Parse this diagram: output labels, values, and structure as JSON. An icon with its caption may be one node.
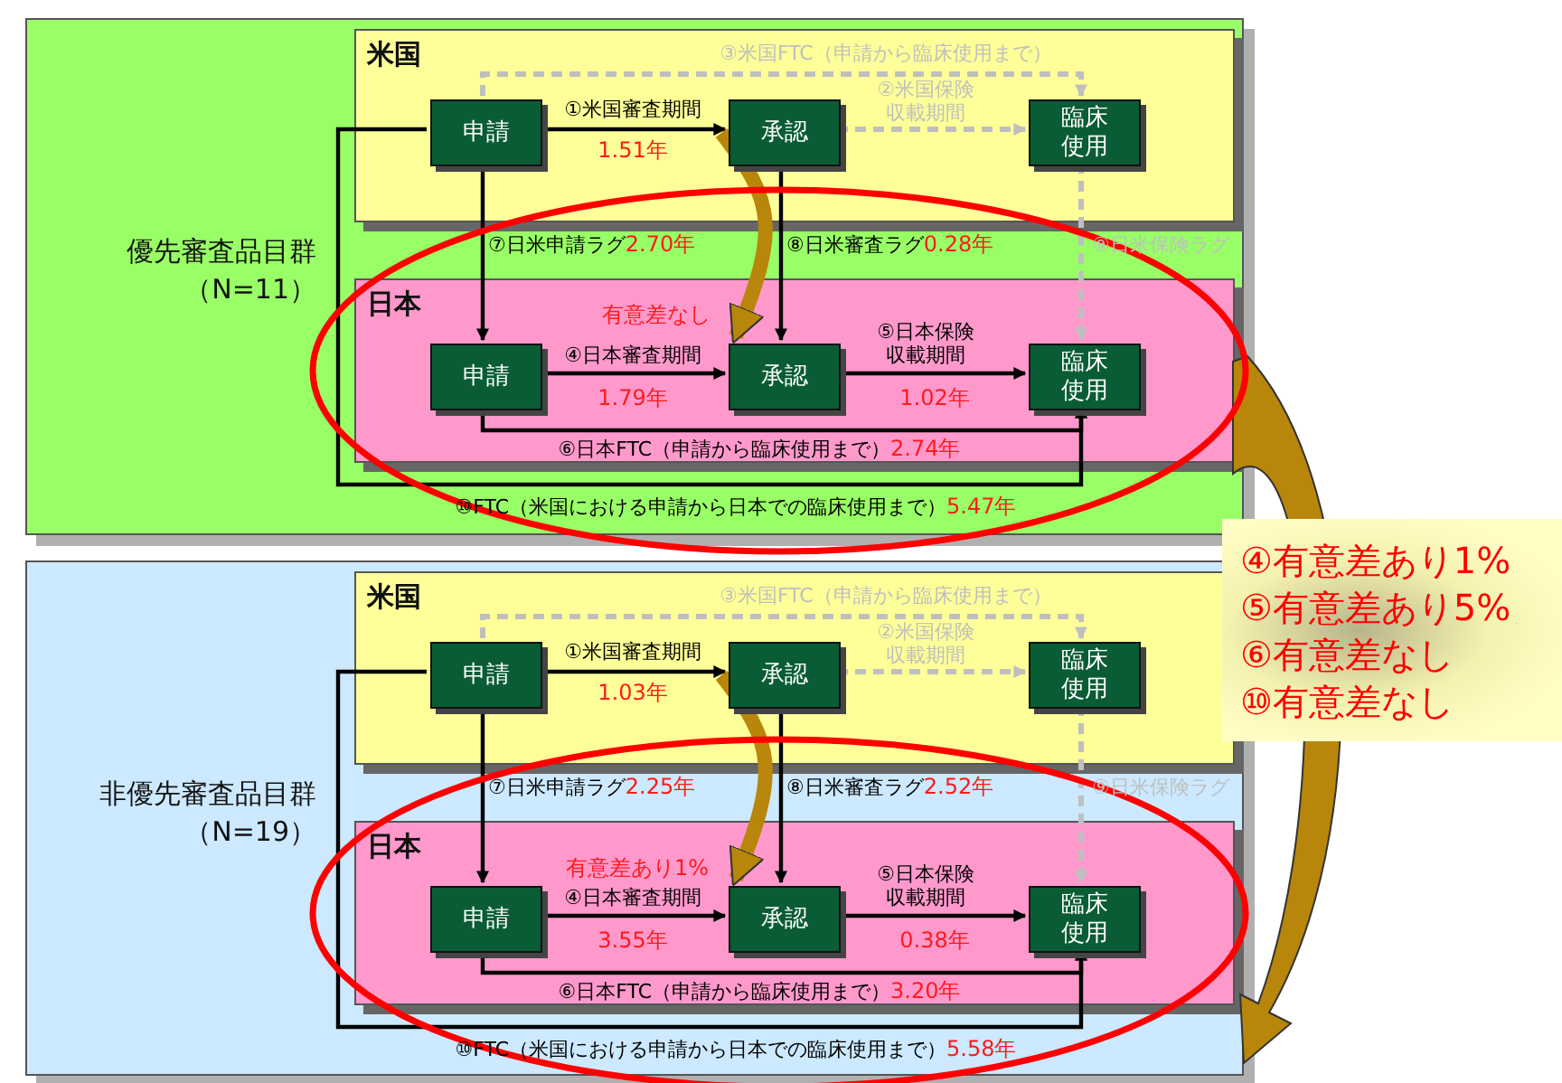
{
  "diagram": {
    "nodes": [
      {
        "text": [
          "優先審査品目群",
          "（N=11）"
        ]
      },
      {
        "text": [
          "米国"
        ],
        "in": 0
      },
      {
        "text": [
          "申請"
        ],
        "in": 1
      },
      {
        "text": [
          "承認"
        ],
        "in": 1
      },
      {
        "text": [
          "臨床使用"
        ],
        "in": 1
      },
      {
        "text": [
          "日本"
        ],
        "in": 0
      },
      {
        "text": [
          "申請"
        ],
        "in": 5
      },
      {
        "text": [
          "承認"
        ],
        "in": 5
      },
      {
        "text": [
          "臨床使用"
        ],
        "in": 5
      },
      {
        "text": [
          "非優先審査品目群",
          "（N=19）"
        ]
      },
      {
        "text": [
          "米国"
        ],
        "in": 9
      },
      {
        "text": [
          "申請"
        ],
        "in": 10
      },
      {
        "text": [
          "承認"
        ],
        "in": 10
      },
      {
        "text": [
          "臨床使用"
        ],
        "in": 10
      },
      {
        "text": [
          "日本"
        ],
        "in": 9
      },
      {
        "text": [
          "申請"
        ],
        "in": 14
      },
      {
        "text": [
          "承認"
        ],
        "in": 14
      },
      {
        "text": [
          "臨床使用"
        ],
        "in": 14
      },
      {
        "text": [
          "④有意差あり1%",
          "⑤有意差あり5%",
          "⑥有意差なし",
          "⑩有意差なし"
        ]
      }
    ],
    "edges": [
      {
        "from": 2,
        "to": 3,
        "arrow": "to",
        "label": "①米国審査期間 1.51年"
      },
      {
        "from": 3,
        "to": 4,
        "arrow": "to",
        "label": "②米国保険収載期間",
        "style": "dashed",
        "color": "#bfbfbf"
      },
      {
        "from": 2,
        "to": 4,
        "arrow": "to",
        "label": "③米国FTC（申請から臨床使用まで）",
        "style": "dashed",
        "color": "#bfbfbf"
      },
      {
        "from": 2,
        "to": 6,
        "arrow": "to",
        "label": "⑦日米申請ラグ2.70年"
      },
      {
        "from": 3,
        "to": 7,
        "arrow": "to",
        "label": "⑧日米審査ラグ0.28年"
      },
      {
        "from": 4,
        "to": 8,
        "arrow": "to",
        "label": "⑨日米保険ラグ",
        "style": "dashed",
        "color": "#bfbfbf"
      },
      {
        "from": 6,
        "to": 7,
        "arrow": "to",
        "label": "④日本審査期間 1.79年"
      },
      {
        "from": 7,
        "to": 8,
        "arrow": "to",
        "label": "⑤日本保険収載期間 1.02年"
      },
      {
        "from": 6,
        "to": 8,
        "arrow": "to",
        "label": "⑥日本FTC（申請から臨床使用まで）2.74年"
      },
      {
        "from": 2,
        "to": 8,
        "arrow": "to",
        "label": "⑩FTC（米国における申請から日本での臨床使用まで）5.47年"
      },
      {
        "from": 11,
        "to": 12,
        "arrow": "to",
        "label": "①米国審査期間 1.03年"
      },
      {
        "from": 12,
        "to": 13,
        "arrow": "to",
        "label": "②米国保険収載期間",
        "style": "dashed",
        "color": "#bfbfbf"
      },
      {
        "from": 11,
        "to": 13,
        "arrow": "to",
        "label": "③米国FTC（申請から臨床使用まで）",
        "style": "dashed",
        "color": "#bfbfbf"
      },
      {
        "from": 11,
        "to": 15,
        "arrow": "to",
        "label": "⑦日米申請ラグ2.25年"
      },
      {
        "from": 12,
        "to": 16,
        "arrow": "to",
        "label": "⑧日米審査ラグ2.52年"
      },
      {
        "from": 13,
        "to": 17,
        "arrow": "to",
        "label": "⑨日米保険ラグ",
        "style": "dashed",
        "color": "#bfbfbf"
      },
      {
        "from": 15,
        "to": 16,
        "arrow": "to",
        "label": "④日本審査期間 3.55年"
      },
      {
        "from": 16,
        "to": 17,
        "arrow": "to",
        "label": "⑤日本保険収載期間 0.38年"
      },
      {
        "from": 15,
        "to": 17,
        "arrow": "to",
        "label": "⑥日本FTC（申請から臨床使用まで）3.20年"
      },
      {
        "from": 11,
        "to": 17,
        "arrow": "to",
        "label": "⑩FTC（米国における申請から日本での臨床使用まで）5.58年"
      },
      {
        "from": 3,
        "to": 7,
        "arrow": "to",
        "style": "thick",
        "color": "#b8860b"
      },
      {
        "from": 12,
        "to": 16,
        "arrow": "to",
        "style": "thick",
        "color": "#b8860b"
      }
    ],
    "labels": [
      "有意差なし",
      "有意差あり1%"
    ]
  }
}
